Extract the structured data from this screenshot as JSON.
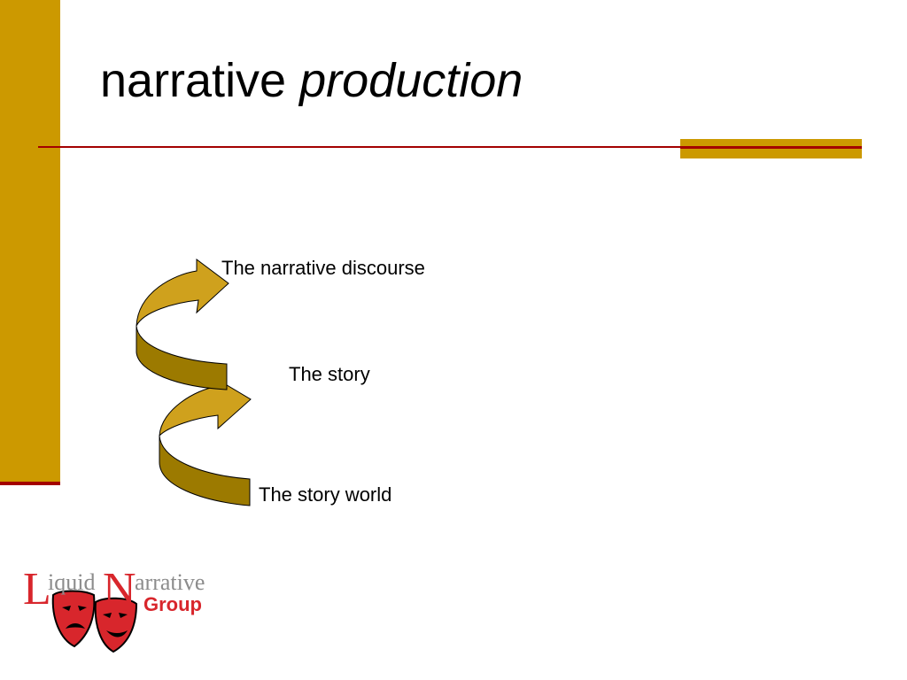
{
  "colors": {
    "gold": "#cc9900",
    "red": "#a30000",
    "arrow_fill": "#cfa11d",
    "arrow_side": "#9c7a00",
    "logo_red": "#d8262c",
    "logo_gray": "#8c8c8c"
  },
  "title": {
    "plain": "narrative ",
    "italic": "production"
  },
  "diagram": {
    "labels": {
      "top": "The narrative discourse",
      "middle": "The story",
      "bottom": "The story world"
    }
  },
  "logo": {
    "line1_a_initial": "L",
    "line1_a_rest": "iquid",
    "line1_b_initial": "N",
    "line1_b_rest": "arrative",
    "line2": "Group",
    "icon": "theater-masks-icon"
  }
}
